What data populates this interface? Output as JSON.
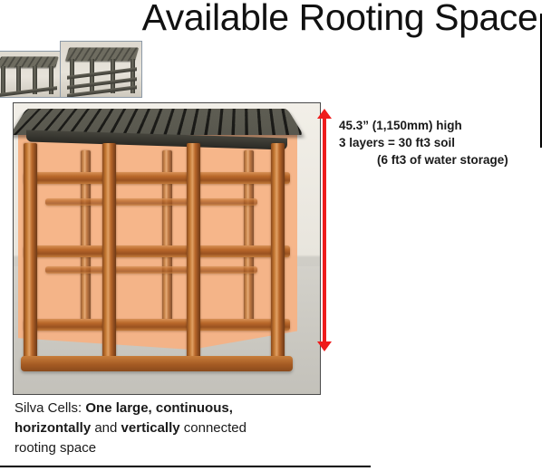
{
  "slide": {
    "title": "Available Rooting Space"
  },
  "thumbnails": [
    {
      "name": "silva-cell-single-layer",
      "alt": "Silva Cell single layer frame"
    },
    {
      "name": "silva-cell-three-layer",
      "alt": "Silva Cell three layer stacked frame"
    }
  ],
  "main_photo": {
    "alt": "Three-layer Silva Cell frame with translucent orange soil volume",
    "soil_color": "#f6b183",
    "frame_color": "#b5662a",
    "deck_color": "#43423a"
  },
  "dimension_arrow": {
    "name": "height-dimension-arrow",
    "color": "#ef1c1c",
    "double_headed": true
  },
  "specs": {
    "line1": "45.3” (1,150mm)  high",
    "line2": "3 layers = 30 ft3 soil",
    "line3": "(6 ft3 of water storage)"
  },
  "caption": {
    "lead": "Silva Cells: ",
    "bold1": "One large,  continuous,",
    "bold2": "horizontally",
    "mid": " and ",
    "bold3": "vertically",
    "tail": " connected",
    "last_line": "rooting space"
  }
}
